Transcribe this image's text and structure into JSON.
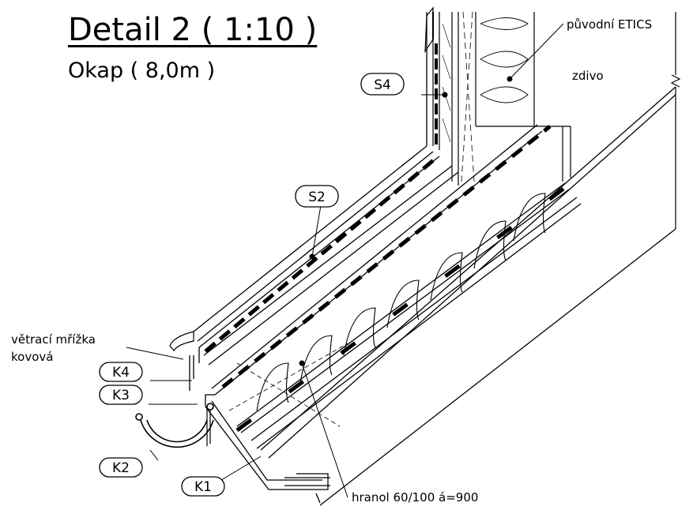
{
  "title": "Detail 2 ( 1:10 )",
  "subtitle": "Okap ( 8,0m )",
  "labels": {
    "puvodni_etics": "původní ETICS",
    "zdivo": "zdivo",
    "mrizka_line1": "větrací mřížka",
    "mrizka_line2": "kovová",
    "hranol": "hranol 60/100 á=900"
  },
  "tags": {
    "s4": "S4",
    "s2": "S2",
    "k4": "K4",
    "k3": "K3",
    "k2": "K2",
    "k1": "K1"
  }
}
